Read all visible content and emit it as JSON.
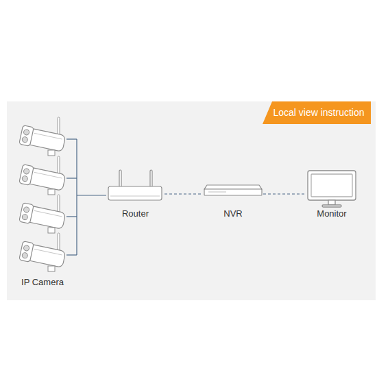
{
  "diagram": {
    "title": "Local view instruction",
    "nodes": [
      {
        "text": [
          "IP Camera"
        ]
      },
      {
        "text": [
          "Router"
        ]
      },
      {
        "text": [
          "NVR"
        ]
      },
      {
        "text": [
          "Monitor"
        ]
      }
    ],
    "edges": [
      {
        "from": 0,
        "to": 1,
        "arrow": "none"
      },
      {
        "from": 1,
        "to": 2,
        "arrow": "none"
      },
      {
        "from": 2,
        "to": 3,
        "arrow": "none"
      }
    ]
  }
}
